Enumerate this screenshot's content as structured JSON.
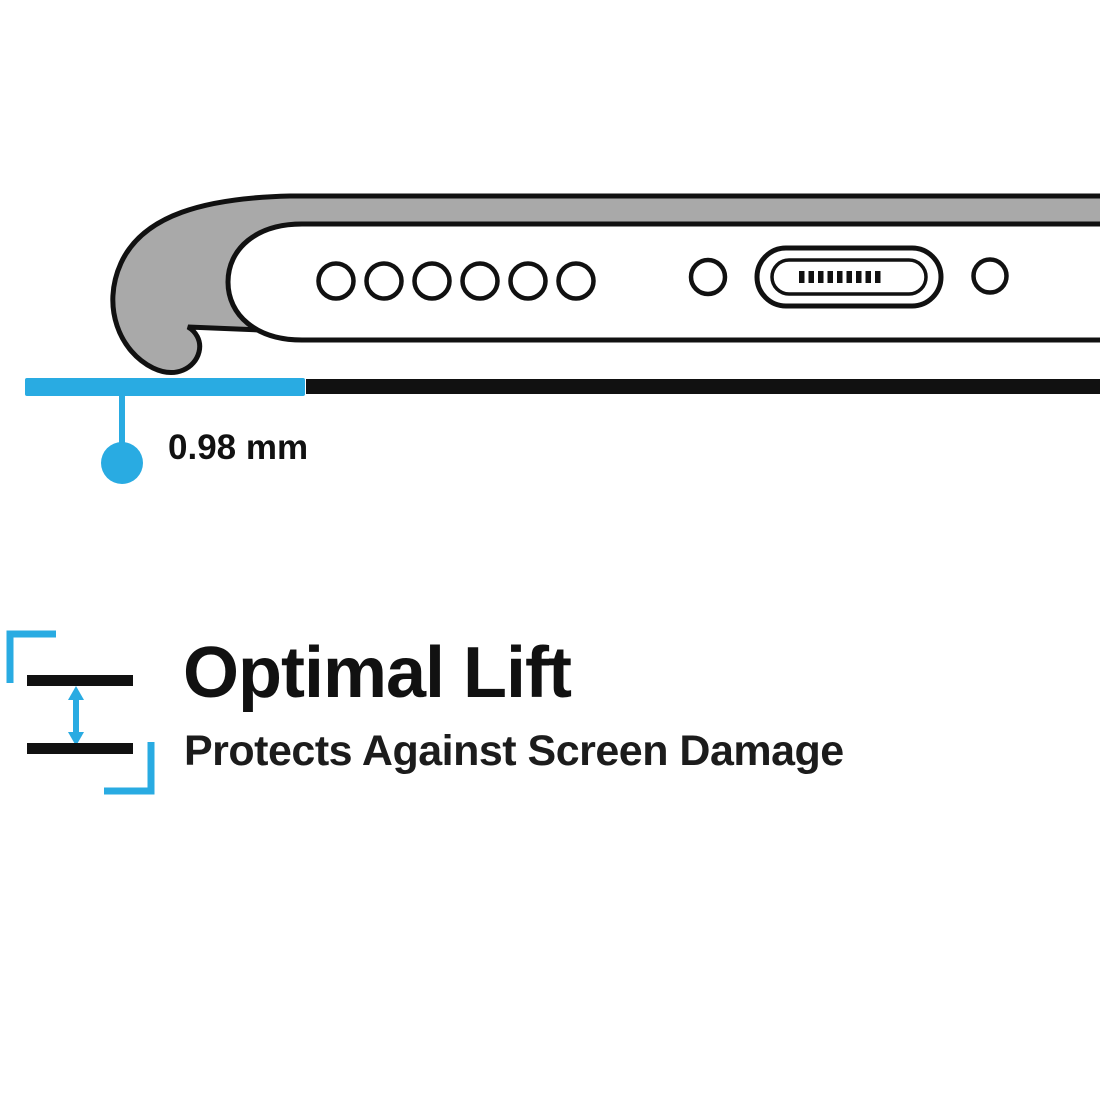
{
  "colors": {
    "accent": "#29abe2",
    "ink": "#111111",
    "case_gray": "#a9a9a9"
  },
  "diagram": {
    "measurement_label": "0.98 mm",
    "illustration_icons": [
      "phone-bottom-edge-in-case-icon",
      "speaker-holes-icon",
      "charging-port-icon",
      "lift-gap-measure-icon"
    ]
  },
  "feature": {
    "title": "Optimal Lift",
    "subtitle": "Protects Against Screen Damage"
  }
}
